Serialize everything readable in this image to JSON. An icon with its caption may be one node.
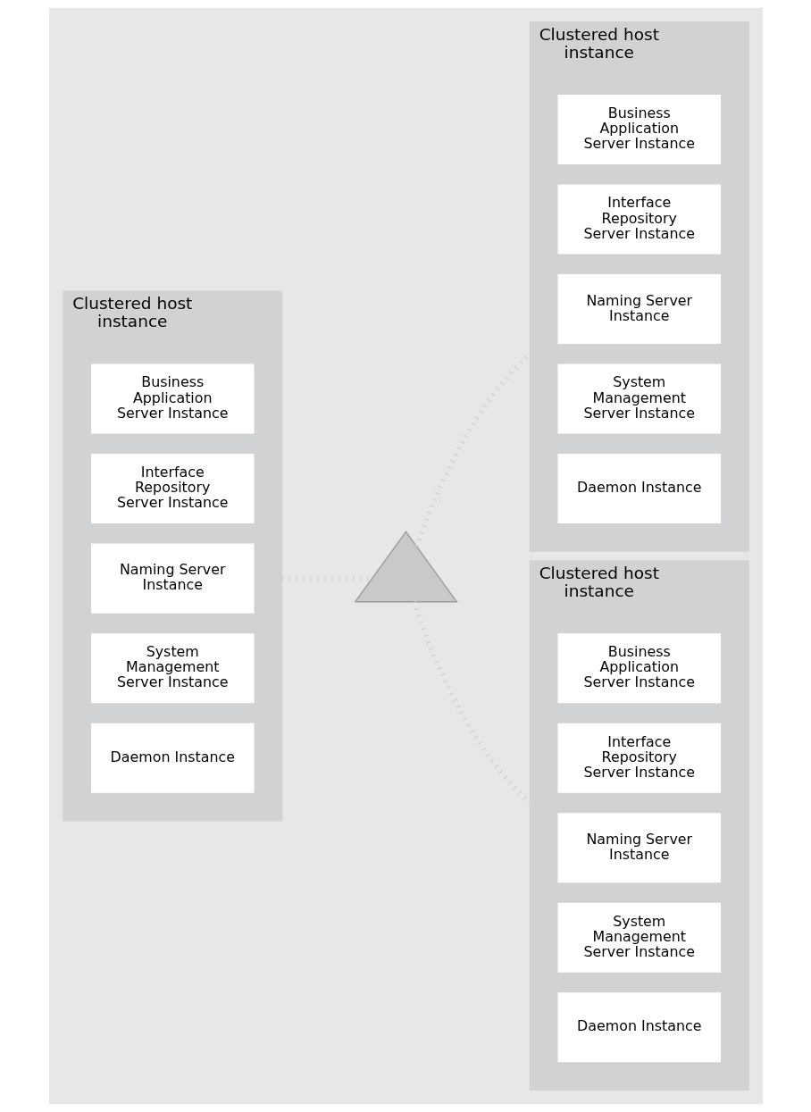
{
  "diagram": {
    "nodes": [
      {
        "text": [
          "Clustered host instance"
        ]
      },
      {
        "text": [
          "Daemon Instance"
        ],
        "in": 0
      },
      {
        "text": [
          "System Management Server Instance"
        ],
        "in": 0
      },
      {
        "text": [
          "Naming Server Instance"
        ],
        "in": 0
      },
      {
        "text": [
          "Interface Repository Server Instance"
        ],
        "in": 0
      },
      {
        "text": [
          "Business Application Server Instance"
        ],
        "in": 0
      },
      {
        "text": [
          "Clustered host instance"
        ]
      },
      {
        "text": [
          "Daemon Instance"
        ],
        "in": 6
      },
      {
        "text": [
          "System Management Server Instance"
        ],
        "in": 6
      },
      {
        "text": [
          "Naming Server Instance"
        ],
        "in": 6
      },
      {
        "text": [
          "Interface Repository Server Instance"
        ],
        "in": 6
      },
      {
        "text": [
          "Business Application Server Instance"
        ],
        "in": 6
      },
      {
        "text": [
          "Clustered host instance"
        ]
      },
      {
        "text": [
          "Daemon Instance"
        ],
        "in": 12
      },
      {
        "text": [
          "System Management Server Instance"
        ],
        "in": 12
      },
      {
        "text": [
          "Naming Server Instance"
        ],
        "in": 12
      },
      {
        "text": [
          "Interface Repository Server Instance"
        ],
        "in": 12
      },
      {
        "text": [
          "Business Application Server Instance"
        ],
        "in": 12
      },
      {
        "text": [],
        "shape": "triangle"
      }
    ],
    "edges": [
      {
        "from": 0,
        "to": 18,
        "arrow": "none",
        "style": "dashed"
      },
      {
        "from": 18,
        "to": 6,
        "arrow": "none",
        "style": "dashed"
      },
      {
        "from": 18,
        "to": 12,
        "arrow": "none",
        "style": "dashed"
      }
    ]
  }
}
